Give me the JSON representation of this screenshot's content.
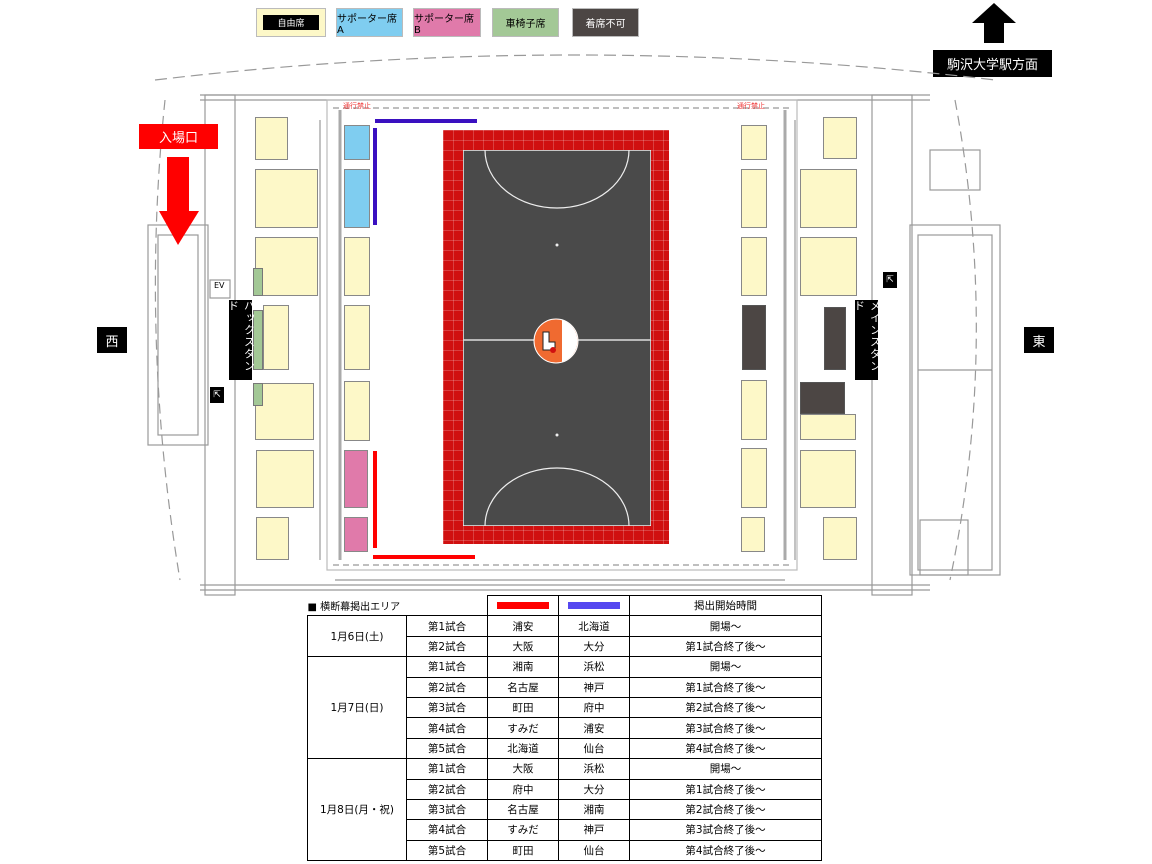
{
  "legend": [
    {
      "label": "自由席",
      "color": "#fdf8c8"
    },
    {
      "label": "サポーター席A",
      "color": "#7fcdf0"
    },
    {
      "label": "サポーター席B",
      "color": "#e07aaa"
    },
    {
      "label": "車椅子席",
      "color": "#a3c896"
    },
    {
      "label": "着席不可",
      "color": "#4c4644"
    }
  ],
  "map": {
    "direction_label": "駒沢大学駅方面",
    "entrance_label": "入場口",
    "west_label": "西",
    "east_label": "東",
    "back_stand_label": "バックスタンド",
    "main_stand_label": "メインスタンド",
    "no_passage_label": "通行禁止",
    "ev_label": "EV",
    "banner_red": "#ff0000",
    "banner_blue": "#4a40f0",
    "court_color": "#4a4a4a",
    "court_border_color": "#d01010"
  },
  "table": {
    "title": "■ 横断幕掲出エリア",
    "time_header": "掲出開始時間",
    "days": [
      {
        "date": "1月6日(土)",
        "matches": [
          {
            "match": "第1試合",
            "red": "浦安",
            "blue": "北海道",
            "time": "開場～"
          },
          {
            "match": "第2試合",
            "red": "大阪",
            "blue": "大分",
            "time": "第1試合終了後～"
          }
        ]
      },
      {
        "date": "1月7日(日)",
        "matches": [
          {
            "match": "第1試合",
            "red": "湘南",
            "blue": "浜松",
            "time": "開場～"
          },
          {
            "match": "第2試合",
            "red": "名古屋",
            "blue": "神戸",
            "time": "第1試合終了後～"
          },
          {
            "match": "第3試合",
            "red": "町田",
            "blue": "府中",
            "time": "第2試合終了後～"
          },
          {
            "match": "第4試合",
            "red": "すみだ",
            "blue": "浦安",
            "time": "第3試合終了後～"
          },
          {
            "match": "第5試合",
            "red": "北海道",
            "blue": "仙台",
            "time": "第4試合終了後～"
          }
        ]
      },
      {
        "date": "1月8日(月・祝)",
        "matches": [
          {
            "match": "第1試合",
            "red": "大阪",
            "blue": "浜松",
            "time": "開場～"
          },
          {
            "match": "第2試合",
            "red": "府中",
            "blue": "大分",
            "time": "第1試合終了後～"
          },
          {
            "match": "第3試合",
            "red": "名古屋",
            "blue": "湘南",
            "time": "第2試合終了後～"
          },
          {
            "match": "第4試合",
            "red": "すみだ",
            "blue": "神戸",
            "time": "第3試合終了後～"
          },
          {
            "match": "第5試合",
            "red": "町田",
            "blue": "仙台",
            "time": "第4試合終了後～"
          }
        ]
      }
    ]
  }
}
